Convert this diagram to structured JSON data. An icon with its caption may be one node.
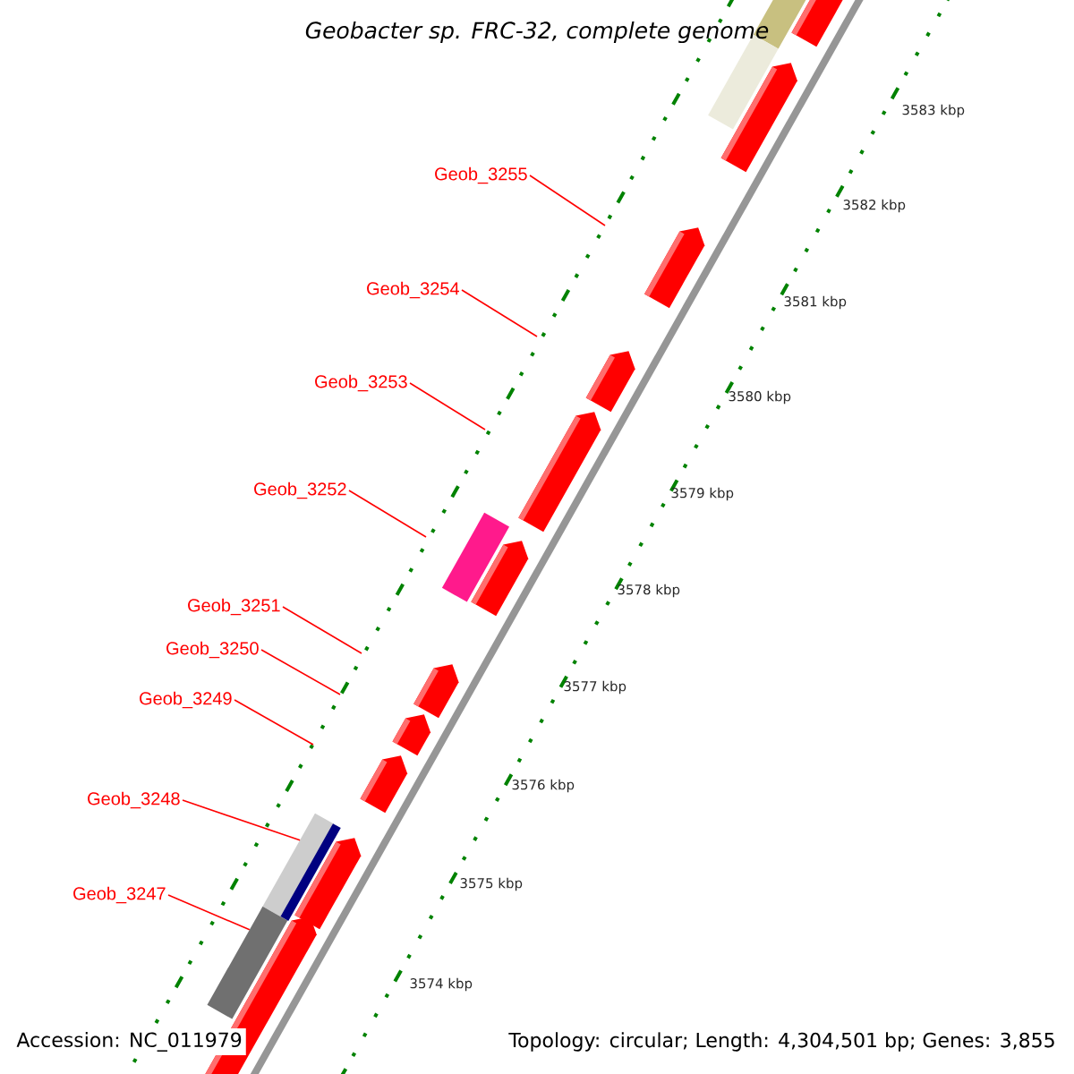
{
  "diagram": {
    "title": "Geobacter sp. FRC-32, complete genome",
    "nodes": [
      {
        "text": [
          "Geob_3255"
        ]
      },
      {
        "text": [
          "Geob_3254"
        ]
      },
      {
        "text": [
          "Geob_3253"
        ]
      },
      {
        "text": [
          "Geob_3252"
        ]
      },
      {
        "text": [
          "Geob_3251"
        ]
      },
      {
        "text": [
          "Geob_3250"
        ]
      },
      {
        "text": [
          "Geob_3249"
        ]
      },
      {
        "text": [
          "Geob_3248"
        ]
      },
      {
        "text": [
          "Geob_3247"
        ]
      },
      {
        "text": [],
        "shape": "bar"
      },
      {
        "text": [],
        "shape": "bar"
      }
    ],
    "edges": [
      {
        "from": 0,
        "to": null,
        "arrow": "none"
      },
      {
        "from": 1,
        "to": null,
        "arrow": "none"
      },
      {
        "from": 2,
        "to": null,
        "arrow": "none"
      },
      {
        "from": 3,
        "to": null,
        "arrow": "none"
      },
      {
        "from": 4,
        "to": null,
        "arrow": "none"
      },
      {
        "from": 5,
        "to": null,
        "arrow": "none"
      },
      {
        "from": 6,
        "to": null,
        "arrow": "none"
      },
      {
        "from": 7,
        "to": 9,
        "arrow": "none"
      },
      {
        "from": 8,
        "to": 10,
        "arrow": "none"
      }
    ],
    "labels": [
      "3583 kbp",
      "3582 kbp",
      "3581 kbp",
      "3580 kbp",
      "3579 kbp",
      "3578 kbp",
      "3577 kbp",
      "3576 kbp",
      "3575 kbp",
      "3574 kbp",
      "Accession: NC_011979",
      "Topology: circular; Length: 4,304,501 bp; Genes: 3,855"
    ]
  }
}
